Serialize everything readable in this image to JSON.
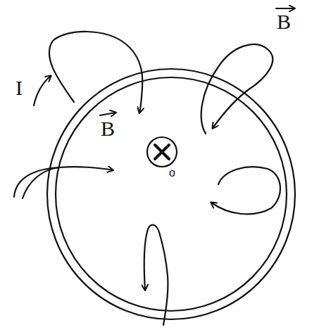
{
  "diagram": {
    "labels": [
      "B",
      "B",
      "I",
      "o"
    ]
  }
}
